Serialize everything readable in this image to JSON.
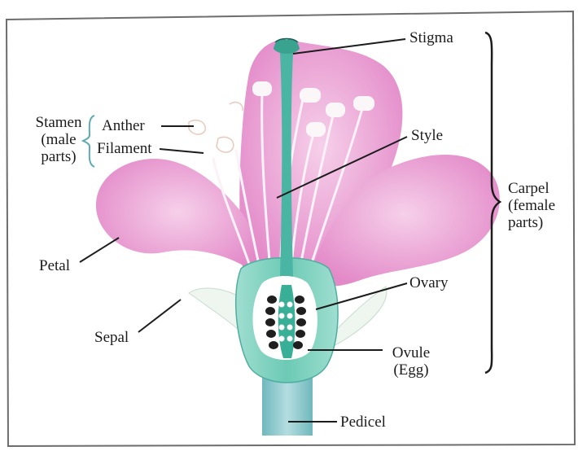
{
  "diagram": {
    "labels": {
      "stigma": "Stigma",
      "style": "Style",
      "anther": "Anther",
      "filament": "Filament",
      "stamen": [
        "Stamen",
        "(male",
        "parts)"
      ],
      "carpel": [
        "Carpel",
        "(female",
        "parts)"
      ],
      "petal": "Petal",
      "sepal": "Sepal",
      "ovary": "Ovary",
      "ovule": [
        "Ovule",
        "(Egg)"
      ],
      "pedicel": "Pedicel"
    },
    "colors": {
      "petal": "#e89ad0",
      "petal_light": "#f3c6e4",
      "carpel": "#7ecfb8",
      "ovary": "#3aaf98",
      "pedicel": "#9ccfd3",
      "sepal": "#ecf4ee",
      "ovule": "#222222",
      "frame": "#6d6d6d",
      "text": "#1c1c1c"
    }
  }
}
